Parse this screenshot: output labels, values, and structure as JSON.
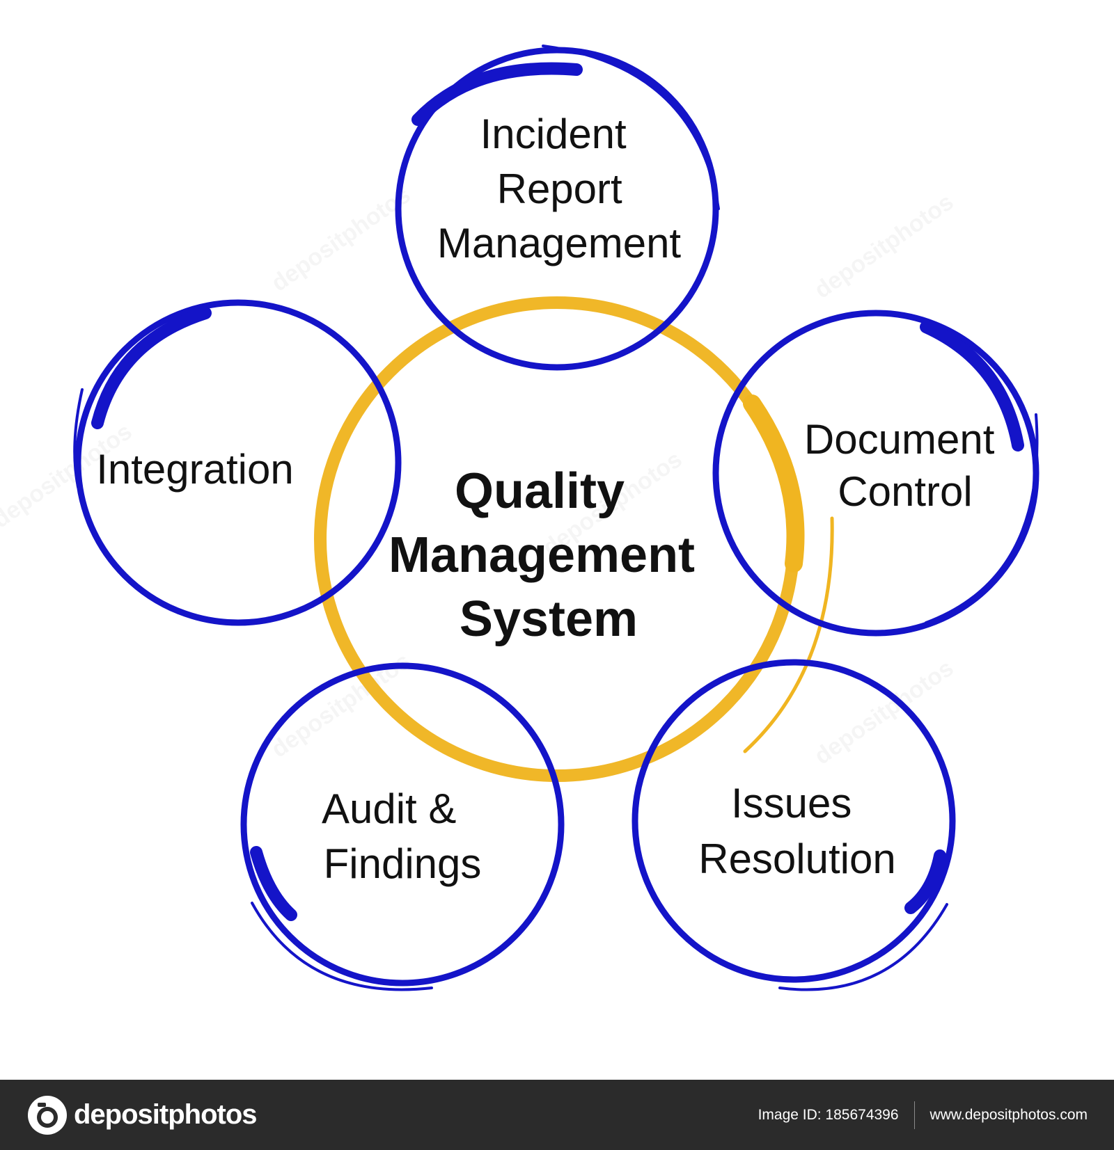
{
  "diagram": {
    "center": {
      "lines": [
        "Quality",
        "Management",
        "System"
      ]
    },
    "nodes": [
      {
        "id": "incident-report-management",
        "lines": [
          "Incident",
          "Report",
          "Management"
        ]
      },
      {
        "id": "document-control",
        "lines": [
          "Document",
          "Control"
        ]
      },
      {
        "id": "issues-resolution",
        "lines": [
          "Issues",
          "Resolution"
        ]
      },
      {
        "id": "audit-findings",
        "lines": [
          "Audit &",
          "Findings"
        ]
      },
      {
        "id": "integration",
        "lines": [
          "Integration"
        ]
      }
    ],
    "colors": {
      "node_ring": "#1414c8",
      "center_ring": "#f0b521",
      "text": "#111111"
    }
  },
  "watermark": {
    "text": "depositphotos"
  },
  "footer": {
    "brand": "depositphotos",
    "image_id": "Image ID: 185674396",
    "url": "www.depositphotos.com"
  }
}
